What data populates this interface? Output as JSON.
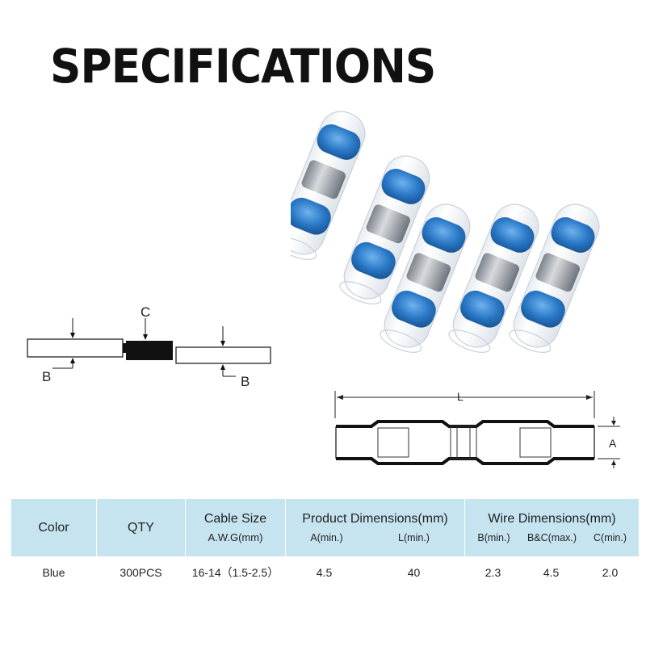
{
  "title": "SPECIFICATIONS",
  "colors": {
    "connector_blue": "#2a78c6",
    "table_header": "#c6e4f0",
    "diagram_black": "#111111"
  },
  "wire_diagram": {
    "label_c": "C",
    "label_b_left": "B",
    "label_b_right": "B"
  },
  "length_diagram": {
    "label_l": "L",
    "label_a": "A"
  },
  "table": {
    "headers": {
      "color": "Color",
      "qty": "QTY",
      "cable_size": "Cable Size",
      "cable_size_sub": "A.W.G(mm)",
      "product_dimensions": "Product Dimensions(mm)",
      "product_a": "A(min.)",
      "product_l": "L(min.)",
      "wire_dimensions": "Wire Dimensions(mm)",
      "wire_b": "B(min.)",
      "wire_bc": "B&C(max.)",
      "wire_c": "C(min.)"
    },
    "row": {
      "color": "Blue",
      "qty": "300PCS",
      "cable_size": "16-14（1.5-2.5）",
      "a": "4.5",
      "l": "40",
      "b": "2.3",
      "bc": "4.5",
      "c": "2.0"
    }
  }
}
